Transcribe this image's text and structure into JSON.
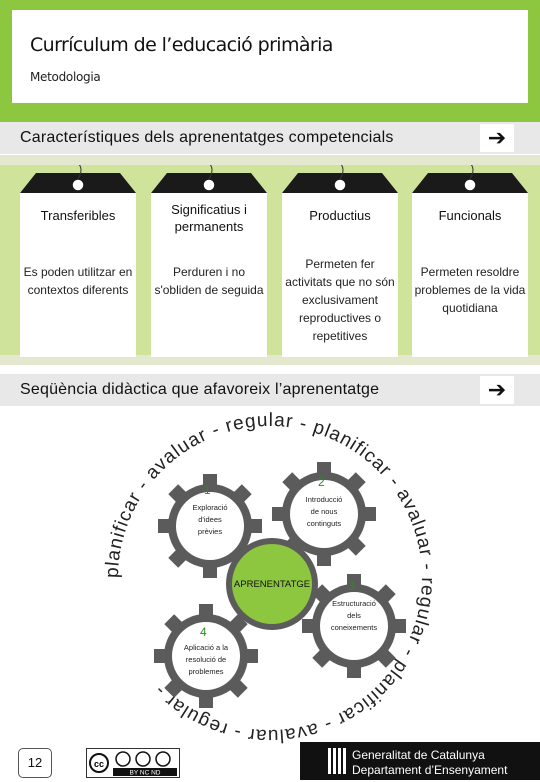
{
  "header": {
    "title": "Currículum de l’educació primària",
    "subtitle": "Metodologia"
  },
  "section1": {
    "title": "Característiques dels aprenentatges competencials",
    "arrow": "➔"
  },
  "tags": [
    {
      "head": "Transferibles",
      "desc": "Es poden utilitzar en contextos diferents"
    },
    {
      "head": "Significatius i permanents",
      "desc": "Perduren i no s'obliden de seguida"
    },
    {
      "head": "Productius",
      "desc": "Permeten fer activitats que no són exclusivament reproductives o repetitives"
    },
    {
      "head": "Funcionals",
      "desc": "Permeten resoldre problemes de la vida quotidiana"
    }
  ],
  "section2": {
    "title": "Seqüència didàctica que afavoreix l’aprenentatge",
    "arrow": "➔"
  },
  "diagram": {
    "ring_text": "planificar - avaluar - regular - planificar - avaluar - regular - planificar - avaluar - regular - ",
    "center": "APRENENTATGE",
    "gears": [
      {
        "num": "1",
        "lines": [
          "Exploració",
          "d'idees",
          "prèvies"
        ]
      },
      {
        "num": "2",
        "lines": [
          "Introducció",
          "de nous",
          "continguts"
        ]
      },
      {
        "num": "3",
        "lines": [
          "Estructuració",
          "dels",
          "coneixements"
        ]
      },
      {
        "num": "4",
        "lines": [
          "Aplicació a la",
          "resolució de",
          "problemes"
        ]
      }
    ],
    "colors": {
      "gear": "#5b5b5b",
      "center": "#8dc63f",
      "number": "#2e8b22"
    }
  },
  "footer": {
    "page_number": "12",
    "license": "BY NC ND",
    "gov_line1": "Generalitat de Catalunya",
    "gov_line2": "Departament d’Ensenyament"
  },
  "colors": {
    "brand": "#8dc63f",
    "tag": "#1a1a1a"
  }
}
